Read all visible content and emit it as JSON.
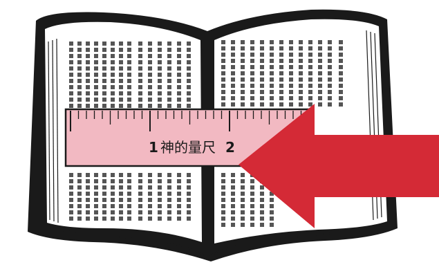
{
  "ruler": {
    "label_left": "1",
    "label_text": "神的量尺",
    "label_right": "2"
  },
  "colors": {
    "ruler_fill": "#f2b9c2",
    "arrow_fill": "#d42a36",
    "book_outline": "#1a1a1a",
    "page": "#ffffff"
  },
  "icons": {
    "book": "open-bible-icon",
    "arrow": "left-arrow-icon"
  }
}
